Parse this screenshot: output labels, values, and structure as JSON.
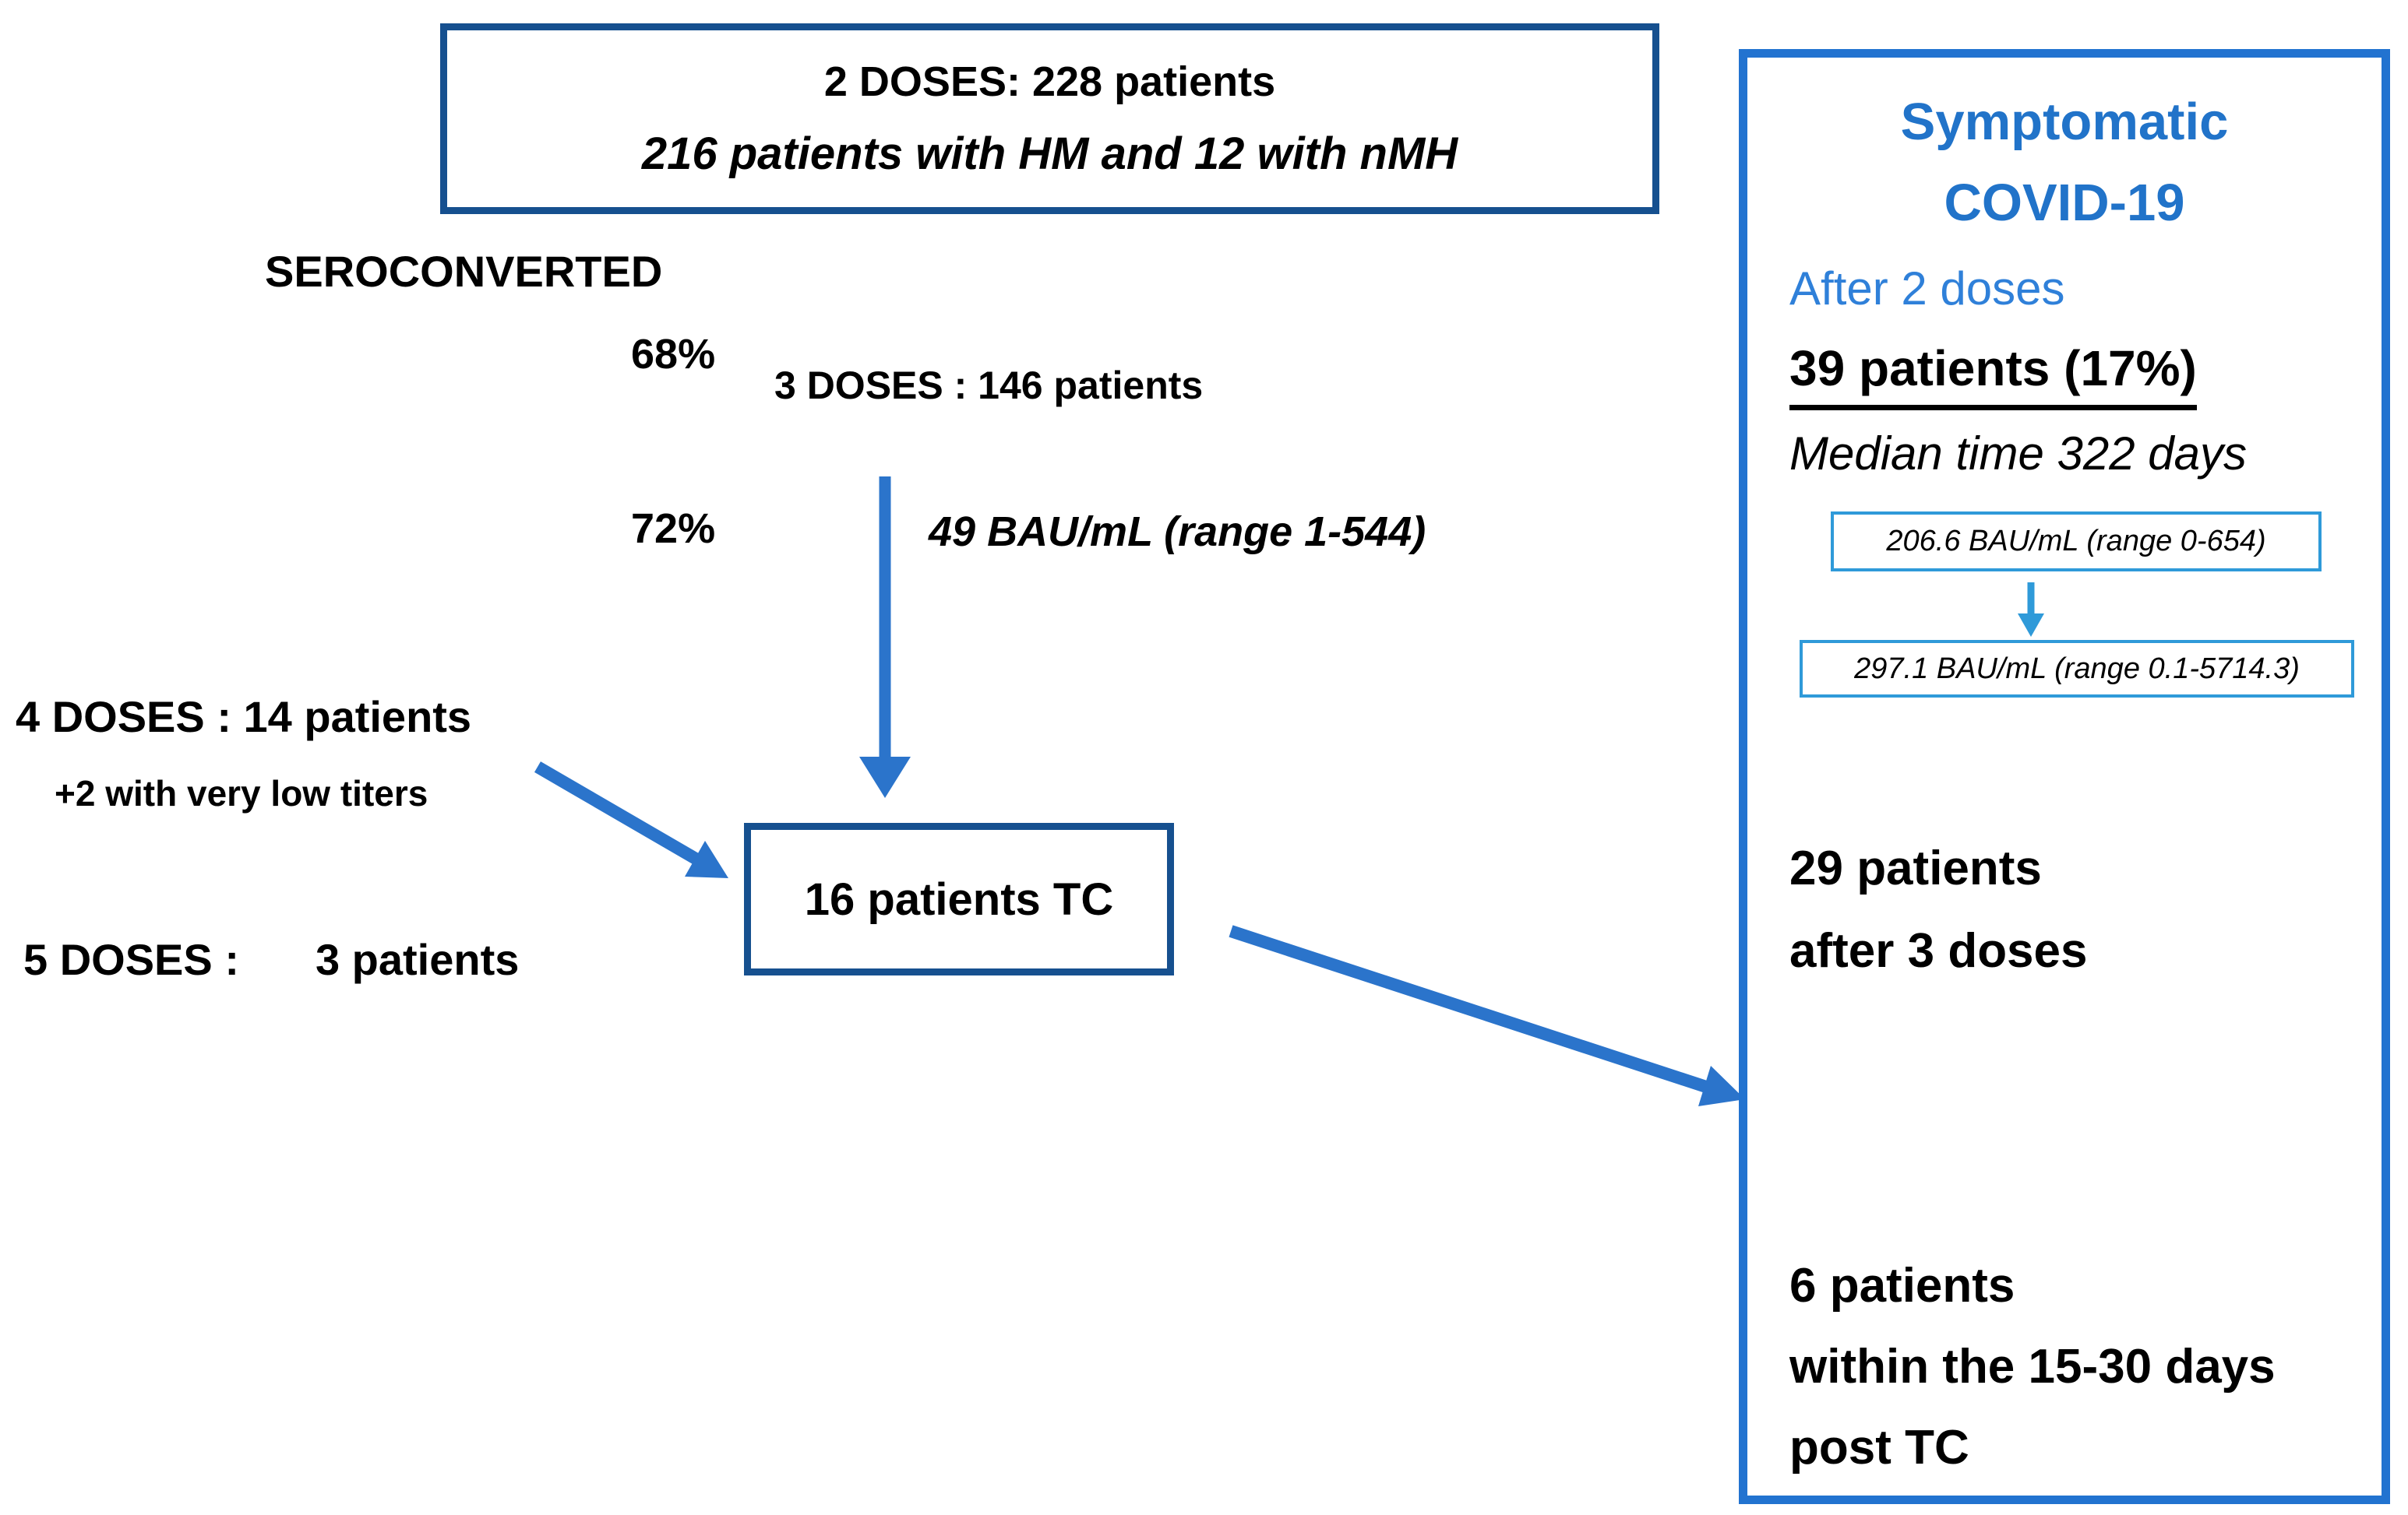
{
  "colors": {
    "accent_blue": "#2B74CB",
    "panel_border_blue": "#2273D0",
    "dark_box_border": "#16508F",
    "light_blue": "#2F9AD9",
    "header_text_blue": "#2173C9",
    "subheader_text_blue": "#2F80D9",
    "text_black": "#000000"
  },
  "top_box": {
    "line1": "2 DOSES: 228 patients",
    "line2": "216 patients with HM and 12 with nMH"
  },
  "flow": {
    "seroconverted_label": "SEROCONVERTED",
    "pct_after_2_doses": "68%",
    "three_doses": "3 DOSES : 146 patients",
    "pct_after_3_doses": "72%",
    "titer_after_3_doses": "49 BAU/mL (range 1-544)",
    "four_doses": "4 DOSES : 14 patients",
    "four_doses_note": "+2 with very low titers",
    "five_doses_label": "5 DOSES :",
    "five_doses_value": "3 patients",
    "tc_box_label": "16 patients TC"
  },
  "panel": {
    "title_line1": "Symptomatic",
    "title_line2": "COVID-19",
    "subtitle": "After 2 doses",
    "patients_count": "39 patients (17%)",
    "median_time": "Median time 322 days",
    "titer_box_1": "206.6 BAU/mL (range 0-654)",
    "titer_box_2": "297.1 BAU/mL (range 0.1-5714.3)",
    "after_3_doses": [
      "29 patients",
      "after 3 doses"
    ],
    "post_tc": [
      "6 patients",
      "within the 15-30 days",
      "post TC"
    ]
  }
}
